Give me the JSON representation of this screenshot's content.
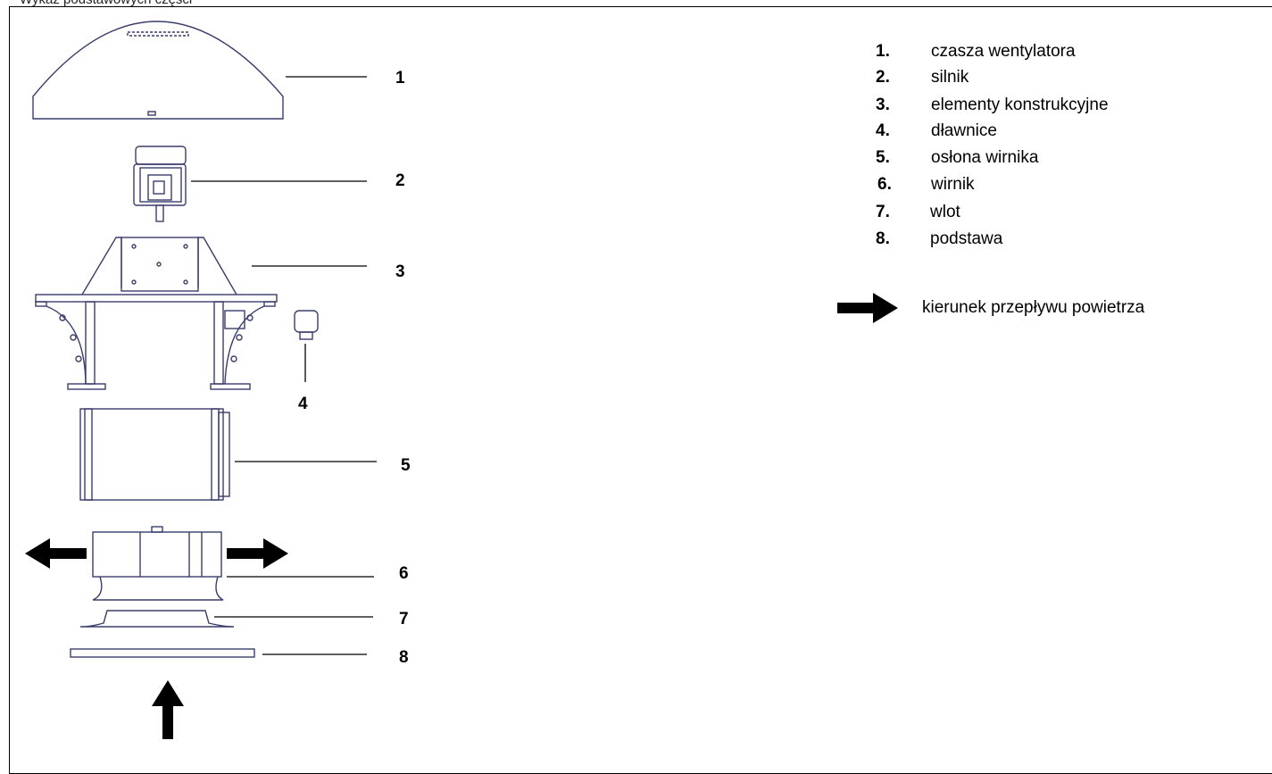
{
  "caption": "Wykaz podstawowych części",
  "parts": [
    {
      "num": "1.",
      "label": "czasza wentylatora",
      "callout": "1"
    },
    {
      "num": "2.",
      "label": "silnik",
      "callout": "2"
    },
    {
      "num": "3.",
      "label": "elementy konstrukcyjne",
      "callout": "3"
    },
    {
      "num": "4.",
      "label": "dławnice",
      "callout": "4"
    },
    {
      "num": "5.",
      "label": "osłona wirnika",
      "callout": "5"
    },
    {
      "num": "6.",
      "label": "wirnik",
      "callout": "6"
    },
    {
      "num": "7.",
      "label": "wlot",
      "callout": "7"
    },
    {
      "num": "8.",
      "label": "podstawa",
      "callout": "8"
    }
  ],
  "flow_legend": {
    "label": "kierunek przepływu powietrza",
    "icon": "arrow-right-icon"
  },
  "colors": {
    "line": "#3a3d6b",
    "arrow": "#000000",
    "text": "#000000"
  }
}
